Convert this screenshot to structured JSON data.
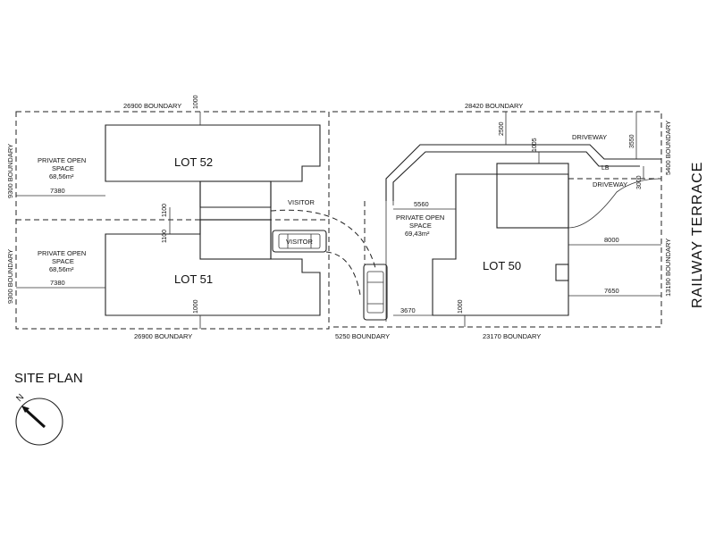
{
  "site_plan": {
    "title": "SITE PLAN",
    "north_label": "N",
    "street": "RAILWAY TERRACE",
    "lots": {
      "lot52": "LOT 52",
      "lot51": "LOT 51",
      "lot50": "LOT 50"
    },
    "boundaries": {
      "top_left": "26900 BOUNDARY",
      "top_right": "28420 BOUNDARY",
      "left_upper": "9300 BOUNDARY",
      "left_lower": "9300 BOUNDARY",
      "bottom_left": "26900 BOUNDARY",
      "bottom_mid": "5250 BOUNDARY",
      "bottom_right": "23170 BOUNDARY",
      "right_upper": "5400 BOUNDARY",
      "right_lower": "13190 BOUNDARY"
    },
    "private_open_space": {
      "lot52": {
        "line1": "PRIVATE OPEN",
        "line2": "SPACE",
        "area": "68,56m²"
      },
      "lot51": {
        "line1": "PRIVATE OPEN",
        "line2": "SPACE",
        "area": "68,56m²"
      },
      "lot50": {
        "line1": "PRIVATE OPEN",
        "line2": "SPACE",
        "area": "69,43m²"
      }
    },
    "labels": {
      "visitor_upper": "VISITOR",
      "visitor_car": "VISITOR",
      "driveway_upper": "DRIVEWAY",
      "driveway_lower": "DRIVEWAY",
      "lb": "LB"
    },
    "dimensions": {
      "lot52_setback_top": "1000",
      "lot52_width": "7380",
      "lot52_gap": "1100",
      "lot51_gap": "1100",
      "lot51_width": "7380",
      "lot51_setback_bottom": "1000",
      "lot50_pos_width": "5560",
      "lot50_bottom_left": "3670",
      "lot50_setback_bottom": "1000",
      "lot50_drive_top": "2500",
      "lot50_drive_mid": "1005",
      "lot50_drive_right": "3550",
      "lot50_drive_right2": "3000",
      "lot50_right_upper": "8000",
      "lot50_right_lower": "7650"
    }
  }
}
